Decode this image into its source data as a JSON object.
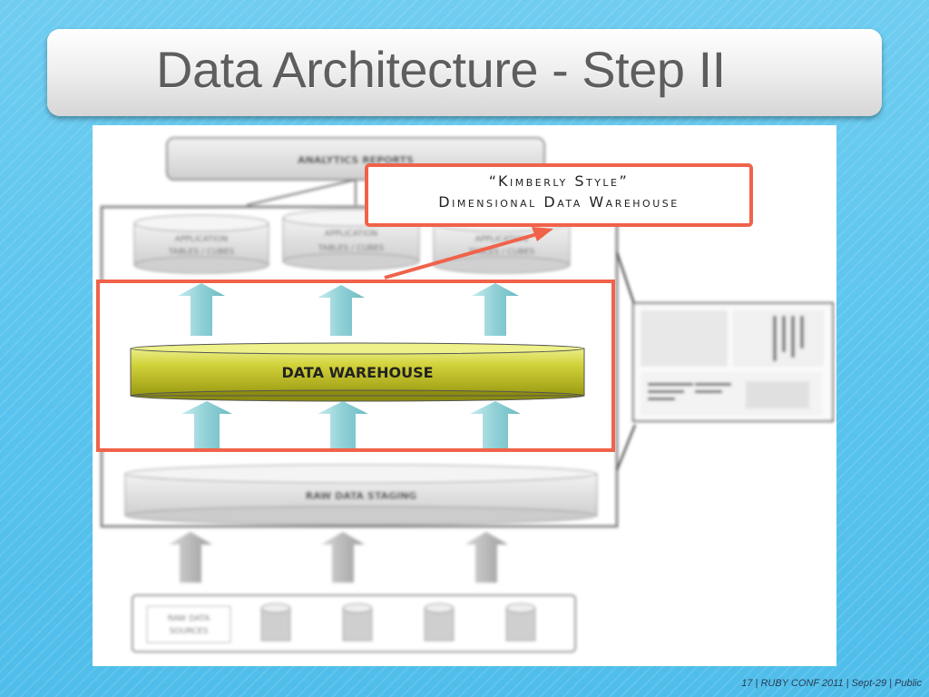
{
  "slide": {
    "title": "Data Architecture - Step II",
    "footer": "17 | RUBY CONF 2011 | Sept-29 | Public"
  },
  "diagram": {
    "analytics_reports_label": "ANALYTICS REPORTS",
    "application_tables_label_line1": "APPLICATION",
    "application_tables_label_line2": "TABLES / CUBES",
    "data_warehouse_label": "DATA WAREHOUSE",
    "raw_data_staging_label": "RAW DATA STAGING",
    "raw_data_sources_line1": "RAW DATA",
    "raw_data_sources_line2": "SOURCES"
  },
  "callout": {
    "line1": "“Kimberly Style”",
    "line2": "Dimensional Data Warehouse"
  },
  "colors": {
    "highlight_red": "#f0624a",
    "cylinder_green_yellow": "#c9c51a",
    "arrow_teal": "#9ad3d8",
    "arrow_gray": "#b5b5b5"
  }
}
